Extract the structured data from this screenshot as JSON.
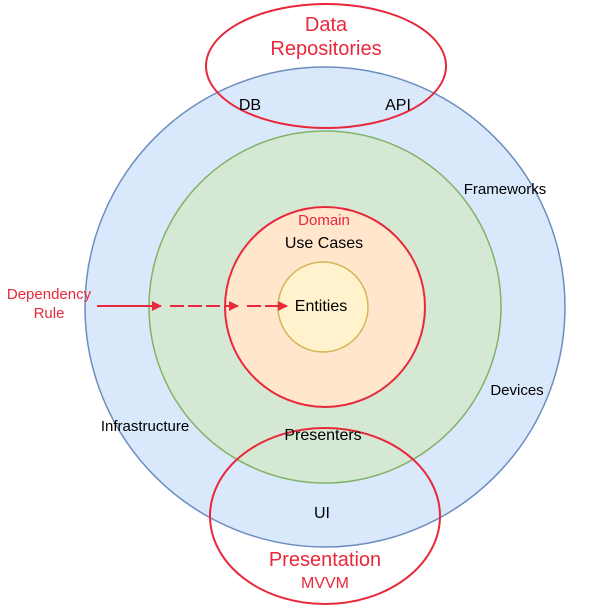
{
  "colors": {
    "outer_fill": "#dae8fc",
    "outer_stroke": "#6c8ebf",
    "middle_fill": "#d5e8d4",
    "middle_stroke": "#82b366",
    "domain_fill": "#ffe6cc",
    "domain_stroke": "#e8283b",
    "entities_fill": "#fff2cc",
    "entities_stroke": "#d6b656",
    "accent_red": "#e8283b",
    "text": "#000000"
  },
  "layers": {
    "outer_labels": {
      "frameworks": "Frameworks",
      "devices": "Devices",
      "infrastructure": "Infrastructure",
      "db": "DB",
      "api": "API",
      "ui": "UI"
    },
    "middle_labels": {
      "presenters": "Presenters"
    },
    "domain": {
      "title": "Domain",
      "use_cases": "Use Cases"
    },
    "core": {
      "entities": "Entities"
    }
  },
  "callouts": {
    "data_repositories": [
      "Data",
      "Repositories"
    ],
    "presentation": {
      "title": "Presentation",
      "subtitle": "MVVM"
    }
  },
  "dependency_rule": [
    "Dependency",
    "Rule"
  ]
}
